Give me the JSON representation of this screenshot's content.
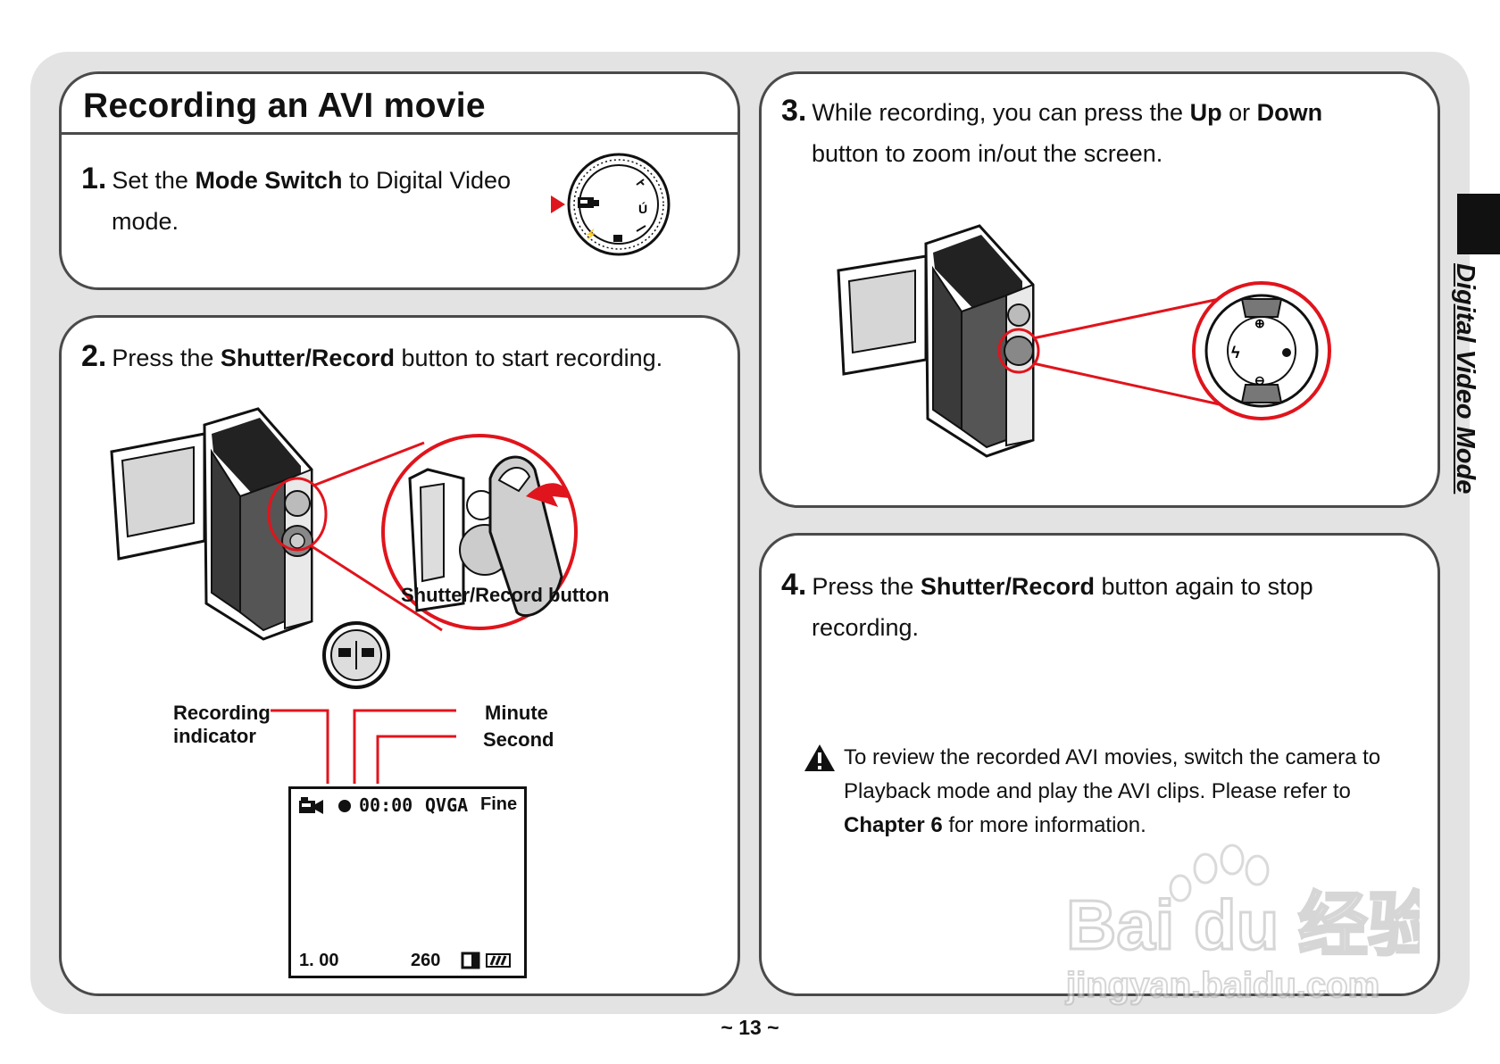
{
  "section1": {
    "title": "Recording an AVI movie",
    "step1": {
      "num": "1.",
      "pre": "Set the ",
      "bold": "Mode Switch",
      "post": " to Digital Video",
      "cont": "mode."
    }
  },
  "section2": {
    "step2": {
      "num": "2.",
      "pre": "Press the ",
      "bold": "Shutter/Record",
      "post": " button to start recording."
    },
    "shutter_label": "Shutter/Record button",
    "callouts": {
      "recording_1": "Recording",
      "recording_2": "indicator",
      "minute": "Minute",
      "second": "Second"
    },
    "lcd": {
      "time": "00:00",
      "quality": "QVGA",
      "fine": "Fine",
      "zoom": "1. 00",
      "shots": "260"
    }
  },
  "section3": {
    "step3": {
      "num": "3.",
      "pre": "While recording, you can press the ",
      "bold1": "Up",
      "mid": " or ",
      "bold2": "Down",
      "cont": "button to zoom in/out the screen."
    }
  },
  "section4": {
    "step4": {
      "num": "4.",
      "pre": "Press the ",
      "bold": "Shutter/Record",
      "post": " button again to stop",
      "cont": "recording."
    },
    "note": {
      "line1": "To review the recorded AVI movies, switch the camera to",
      "line2": "Playback mode and play the AVI clips. Please refer to",
      "bold": "Chapter 6",
      "post": " for more information."
    }
  },
  "side_label": "Digital Video Mode",
  "page_number": "~ 13 ~",
  "watermark": {
    "logo": "Bai du 经验",
    "url": "jingyan.baidu.com"
  },
  "colors": {
    "accent_red": "#e0141c",
    "panel_border": "#4a4a4a",
    "page_bg": "#e3e3e3"
  },
  "icons": [
    "mode-dial-icon",
    "camcorder-icon",
    "zoom-button-icon",
    "warning-icon",
    "battery-icon",
    "memory-card-icon",
    "video-mode-icon"
  ]
}
